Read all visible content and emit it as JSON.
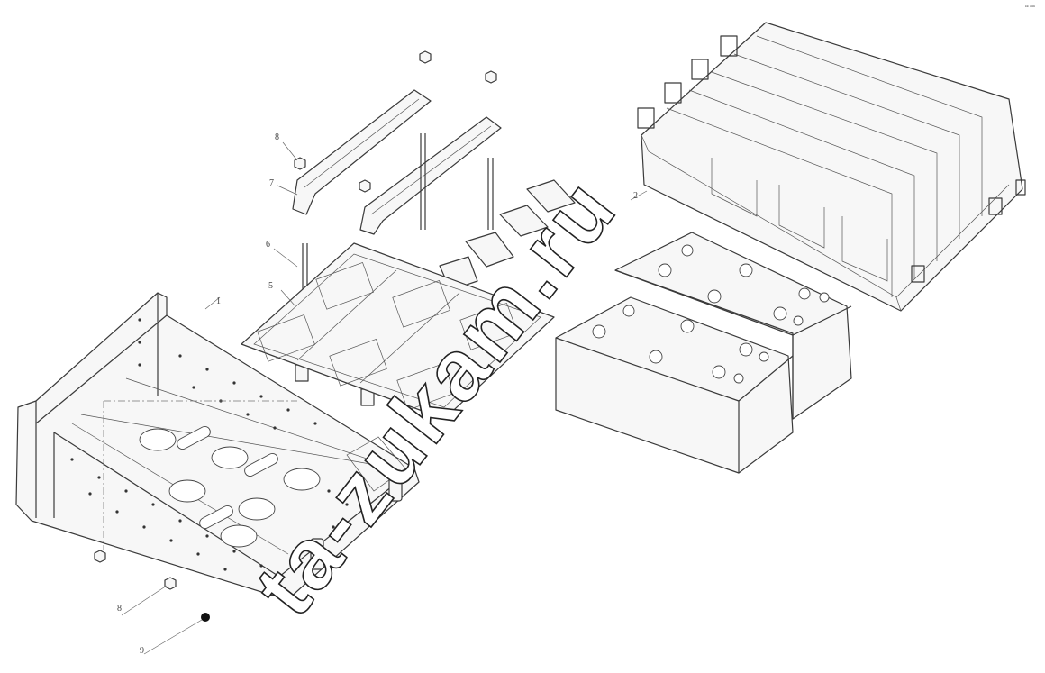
{
  "corner_mark": "ᵉᵉ ᵃᵃᵃ",
  "callouts": {
    "c1": "1",
    "c2": "2",
    "c5": "5",
    "c6": "6",
    "c7": "7",
    "c8_top": "8",
    "c8_bottom": "8",
    "c9": "9"
  },
  "watermark": "ta-zukam.ru"
}
